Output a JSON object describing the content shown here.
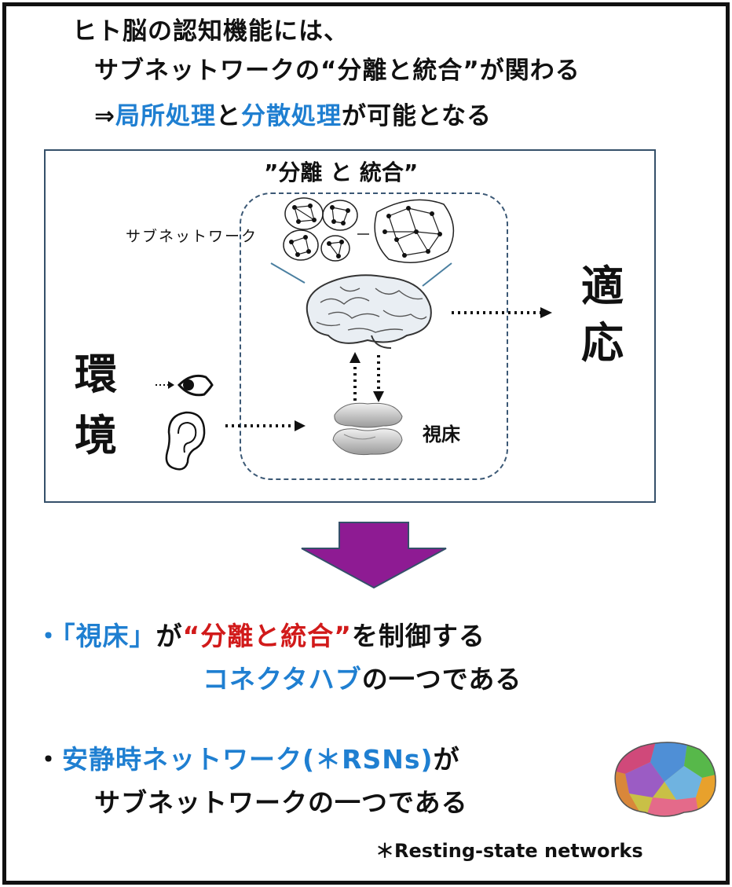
{
  "header": {
    "line1": "ヒト脳の認知機能には、",
    "line2": "サブネットワークの“分離と統合”が関わる",
    "line3_prefix": "⇒",
    "line3_term1": "局所処理",
    "line3_mid": "と",
    "line3_term2": "分散処理",
    "line3_suffix": "が可能となる"
  },
  "diagram": {
    "title": "”分離 と 統合”",
    "subnetwork_label": "サブネットワーク",
    "thalamus_label": "視床",
    "environment": [
      "環",
      "境"
    ],
    "adaptation": [
      "適",
      "応"
    ]
  },
  "bullets": [
    {
      "dot": "・",
      "part1": "「視床」",
      "part2": "が",
      "part3": "“分離と統合”",
      "part4": "を制御する",
      "line2_term": "コネクタハブ",
      "line2_rest": "の一つである"
    },
    {
      "dot": "・",
      "term": "安静時ネットワーク(＊RSNs)",
      "rest": "が",
      "line2": "サブネットワークの一つである"
    }
  ],
  "footnote": "＊Resting-state networks",
  "colors": {
    "accent_blue": "#1f7fd1",
    "accent_red": "#d11a1a",
    "arrow_purple": "#8e1b93",
    "frame": "#111111"
  }
}
